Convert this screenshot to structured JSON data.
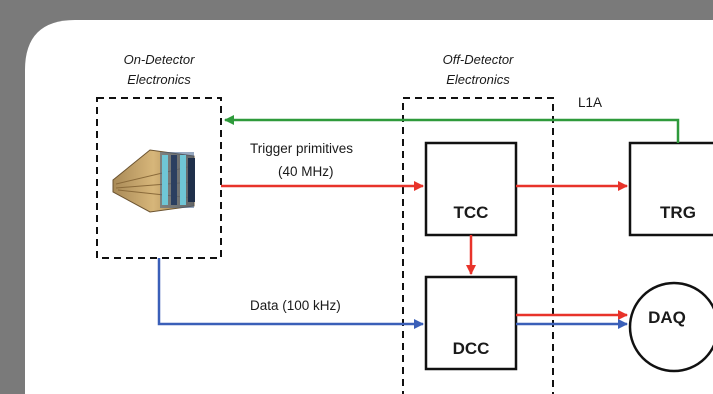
{
  "groups": {
    "on_detector": {
      "line1": "On-Detector",
      "line2": "Electronics"
    },
    "off_detector": {
      "line1": "Off-Detector",
      "line2": "Electronics"
    }
  },
  "boxes": {
    "tcc": "TCC",
    "trg": "TRG",
    "dcc": "DCC",
    "daq": "DAQ"
  },
  "signals": {
    "l1a": "L1A",
    "trigger_primitives_line1": "Trigger primitives",
    "trigger_primitives_line2": "(40 MHz)",
    "data": "Data (100 kHz)"
  },
  "colors": {
    "red": "#e8332a",
    "green": "#2e9a3b",
    "blue": "#3a5fb8",
    "frame_border": "#7a7a7a",
    "background": "#ffffff"
  },
  "icons": {
    "detector": "calorimeter-module-icon"
  }
}
